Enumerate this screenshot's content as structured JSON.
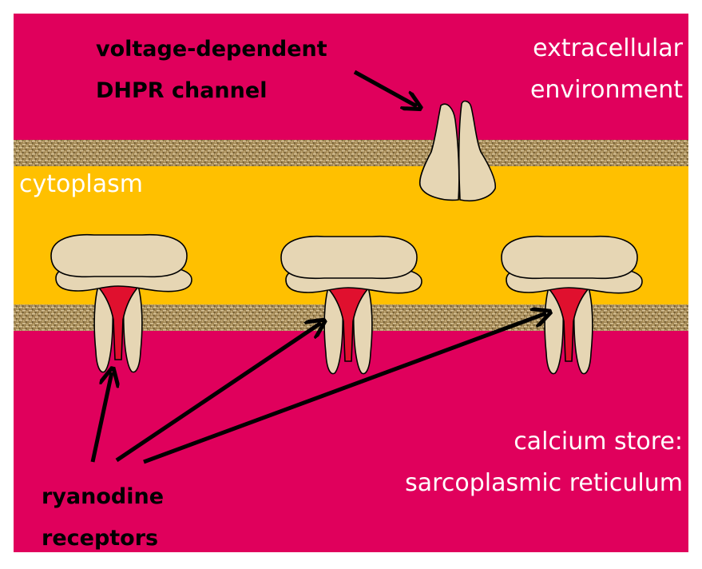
{
  "labels": {
    "dhpr_line1": "voltage-dependent",
    "dhpr_line2": "DHPR channel",
    "extracellular_line1": "extracellular",
    "extracellular_line2": "environment",
    "cytoplasm": "cytoplasm",
    "store_line1": "calcium store:",
    "store_line2": "sarcoplasmic reticulum",
    "ryanodine_line1": "ryanodine",
    "ryanodine_line2": "receptors"
  },
  "colors": {
    "compartment_magenta": "#e0005c",
    "cytoplasm_yellow": "#ffc000",
    "membrane_burlap": "#a08552",
    "protein_beige": "#e6d6b4",
    "receptor_channel_red": "#e0102e",
    "arrow": "#000000"
  }
}
